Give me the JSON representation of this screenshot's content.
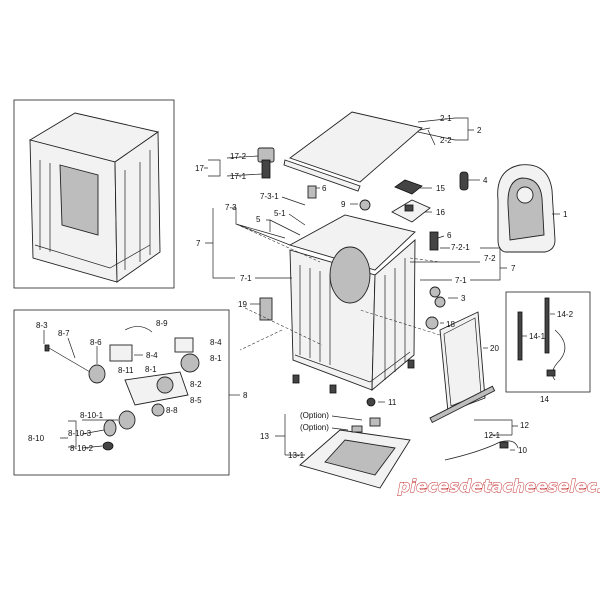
{
  "diagram": {
    "option_label": "(Option)",
    "labels": {
      "l1": "1",
      "l2": "2",
      "l2_1": "2-1",
      "l2_2": "2-2",
      "l3": "3",
      "l4": "4",
      "l5": "5",
      "l5_1": "5-1",
      "l6a": "6",
      "l6b": "6",
      "l7a": "7",
      "l7b": "7",
      "l7_1a": "7-1",
      "l7_1b": "7-1",
      "l7_2": "7-2",
      "l7_2_1": "7-2-1",
      "l7_3": "7-3",
      "l7_3_1": "7-3-1",
      "l8": "8",
      "l8_1": "8-1",
      "l8_1b": "8-1",
      "l8_2": "8-2",
      "l8_3": "8-3",
      "l8_4a": "8-4",
      "l8_4b": "8-4",
      "l8_5": "8-5",
      "l8_6": "8-6",
      "l8_7": "8-7",
      "l8_8": "8-8",
      "l8_9": "8-9",
      "l8_10": "8-10",
      "l8_10_1": "8-10-1",
      "l8_10_2": "8-10-2",
      "l8_10_3": "8-10-3",
      "l8_11": "8-11",
      "l9": "9",
      "l10": "10",
      "l11": "11",
      "l12": "12",
      "l12_1": "12-1",
      "l13": "13",
      "l13_1": "13-1",
      "l14": "14",
      "l14_1": "14-1",
      "l14_2": "14-2",
      "l15": "15",
      "l16": "16",
      "l17": "17",
      "l17_1": "17-1",
      "l17_2": "17-2",
      "l18": "18",
      "l19": "19",
      "l20": "20"
    },
    "watermark": "piecesdetacheeselec.com",
    "watermark_color": "#c02020"
  }
}
